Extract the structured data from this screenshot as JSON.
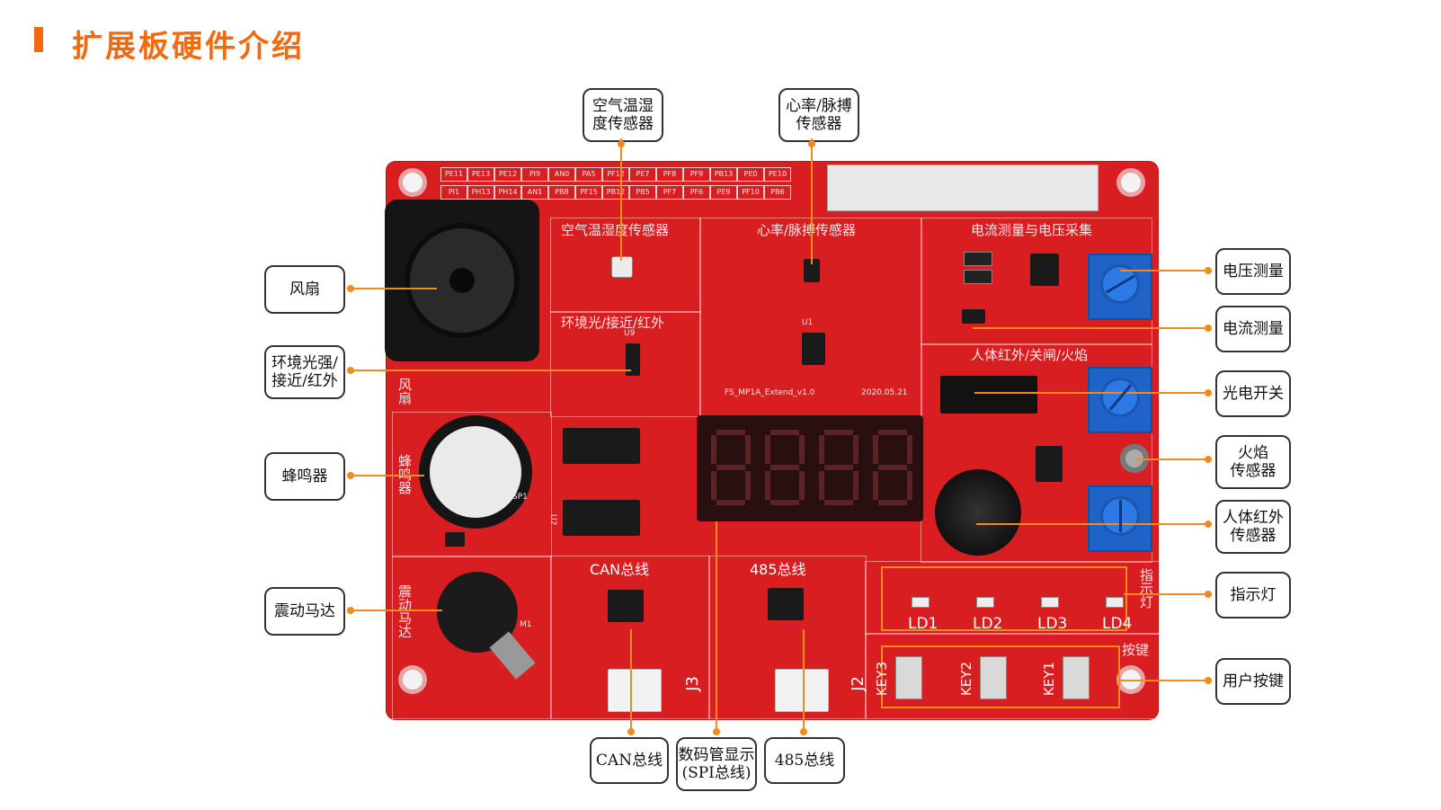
{
  "title": "扩展板硬件介绍",
  "accent_color": "#f26a10",
  "board_color": "#d81e21",
  "board_labels": {
    "air": "空气温湿度传感器",
    "heart": "心率/脉搏传感器",
    "current": "电流测量与电压采集",
    "ambient": "环境光/接近/红外",
    "human": "人体红外/关闸/火焰",
    "can": "CAN总线",
    "rs485": "485总线",
    "fan": "风扇",
    "buzzer": "蜂鸣器",
    "motor": "震动马达",
    "led": "指示灯",
    "key": "按键",
    "model": "FS_MP1A_Extend_v1.0",
    "date": "2020.05.21",
    "j3": "J3",
    "j2": "J2",
    "led1": "LD1",
    "led2": "LD2",
    "led3": "LD3",
    "led4": "LD4",
    "key1": "KEY1",
    "key2": "KEY2",
    "key3": "KEY3",
    "u1": "U1",
    "u2": "U2",
    "u9": "U9",
    "sp1": "SP1",
    "m1": "M1"
  },
  "callouts": {
    "air_sensor": "空气温湿\n度传感器",
    "heart_sensor": "心率/脉搏\n传感器",
    "fan": "风扇",
    "ambient": "环境光强/\n接近/红外",
    "buzzer": "蜂鸣器",
    "motor": "震动马达",
    "voltage": "电压测量",
    "current": "电流测量",
    "photo_switch": "光电开关",
    "flame": "火焰\n传感器",
    "human_ir": "人体红外\n传感器",
    "indicator": "指示灯",
    "user_key": "用户按键",
    "can_bus": "CAN总线",
    "segment": "数码管显示\n(SPI总线)",
    "rs485_bus": "485总线"
  }
}
